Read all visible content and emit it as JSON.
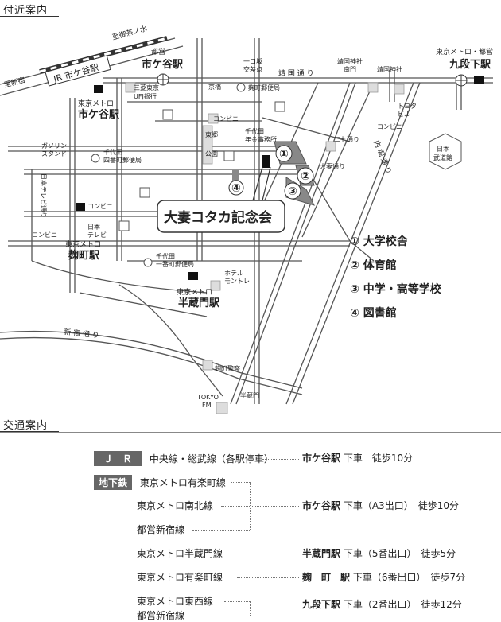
{
  "section1": {
    "title": "付近案内"
  },
  "section2": {
    "title": "交通案内"
  },
  "map": {
    "callout": "大妻コタカ記念会",
    "numbers": [
      "①",
      "②",
      "③",
      "④"
    ],
    "stations": {
      "ichigaya_toei_line1": "都営",
      "ichigaya_toei_line2": "市ケ谷駅",
      "ichigaya_metro_line1": "東京メトロ",
      "ichigaya_metro_line2": "市ケ谷駅",
      "kudanshita_line1": "東京メトロ・都営",
      "kudanshita_line2": "九段下駅",
      "kojimachi_line1": "東京メトロ",
      "kojimachi_line2": "麹町駅",
      "hanzomon_line1": "東京メトロ",
      "hanzomon_line2": "半蔵門駅"
    },
    "labels": {
      "jr": "JR 市ケ谷駅",
      "ochanomizu": "至御茶ノ水",
      "shinjuku": "至新宿",
      "ufj1": "三菱東京",
      "ufj2": "UFJ銀行",
      "kyobashi": "京橋",
      "kojimachi_post": "麹町郵便局",
      "hitokuchizaka1": "一口坂",
      "hitokuchizaka2": "交差点",
      "yasukuni_dori": "靖 国 通 り",
      "yasukuni_minamimon1": "靖国神社",
      "yasukuni_minamimon2": "南門",
      "yasukuni_shrine": "靖国神社",
      "toyota1": "トヨタ",
      "toyota2": "ビル",
      "conv1": "コンビニ",
      "conv2": "コンビニ",
      "conv3": "コンビニ",
      "conv4": "コンビニ",
      "nibancho1": "千代田",
      "nibancho2": "年金事務所",
      "nishichi": "二七通り",
      "togo1": "東郷",
      "togo2": "公園",
      "gas1": "ガソリン",
      "gas2": "スタンド",
      "yonbancho1": "千代田",
      "yonbancho2": "四番町郵便局",
      "otsuma_dori": "大妻通り",
      "uchibori": "内 堀 通 り",
      "ntv_dori": "日本テレビ通り",
      "ntv1": "日本",
      "ntv2": "テレビ",
      "ichibancho1": "千代田",
      "ichibancho2": "一番町郵便局",
      "hotel1": "ホテル",
      "hotel2": "モントレ",
      "shinjuku_dori": "新 宿 通 り",
      "kojimachi_police": "麹町警察",
      "tokyofm1": "TOKYO",
      "tokyofm2": "FM",
      "hanzomon_gate": "半蔵門",
      "budokan1": "日本",
      "budokan2": "武道館"
    }
  },
  "legend": [
    {
      "num": "①",
      "name": "大学校舎"
    },
    {
      "num": "②",
      "name": "体育館"
    },
    {
      "num": "③",
      "name": "中学・高等学校"
    },
    {
      "num": "④",
      "name": "図書館"
    }
  ],
  "transport": {
    "jr_badge": "Ｊ　Ｒ",
    "jr_line": "中央線・総武線（各駅停車）",
    "jr_station": "市ケ谷駅",
    "jr_rest": "下車　徒歩10分",
    "subway_badge": "地下鉄",
    "g1_line1": "東京メトロ有楽町線",
    "g1_line2": "東京メトロ南北線",
    "g1_line3": "都営新宿線",
    "g1_station": "市ケ谷駅",
    "g1_rest": "下車（A3出口）　徒歩10分",
    "r4_line": "東京メトロ半蔵門線",
    "r4_station": "半蔵門駅",
    "r4_rest": "下車（5番出口）　徒歩5分",
    "r5_line": "東京メトロ有楽町線",
    "r5_station": "麹　町　駅",
    "r5_rest": "下車（6番出口）　徒歩7分",
    "g3_line1": "東京メトロ東西線",
    "g3_line2": "都営新宿線",
    "g3_station": "九段下駅",
    "g3_rest": "下車（2番出口）　徒歩12分"
  }
}
